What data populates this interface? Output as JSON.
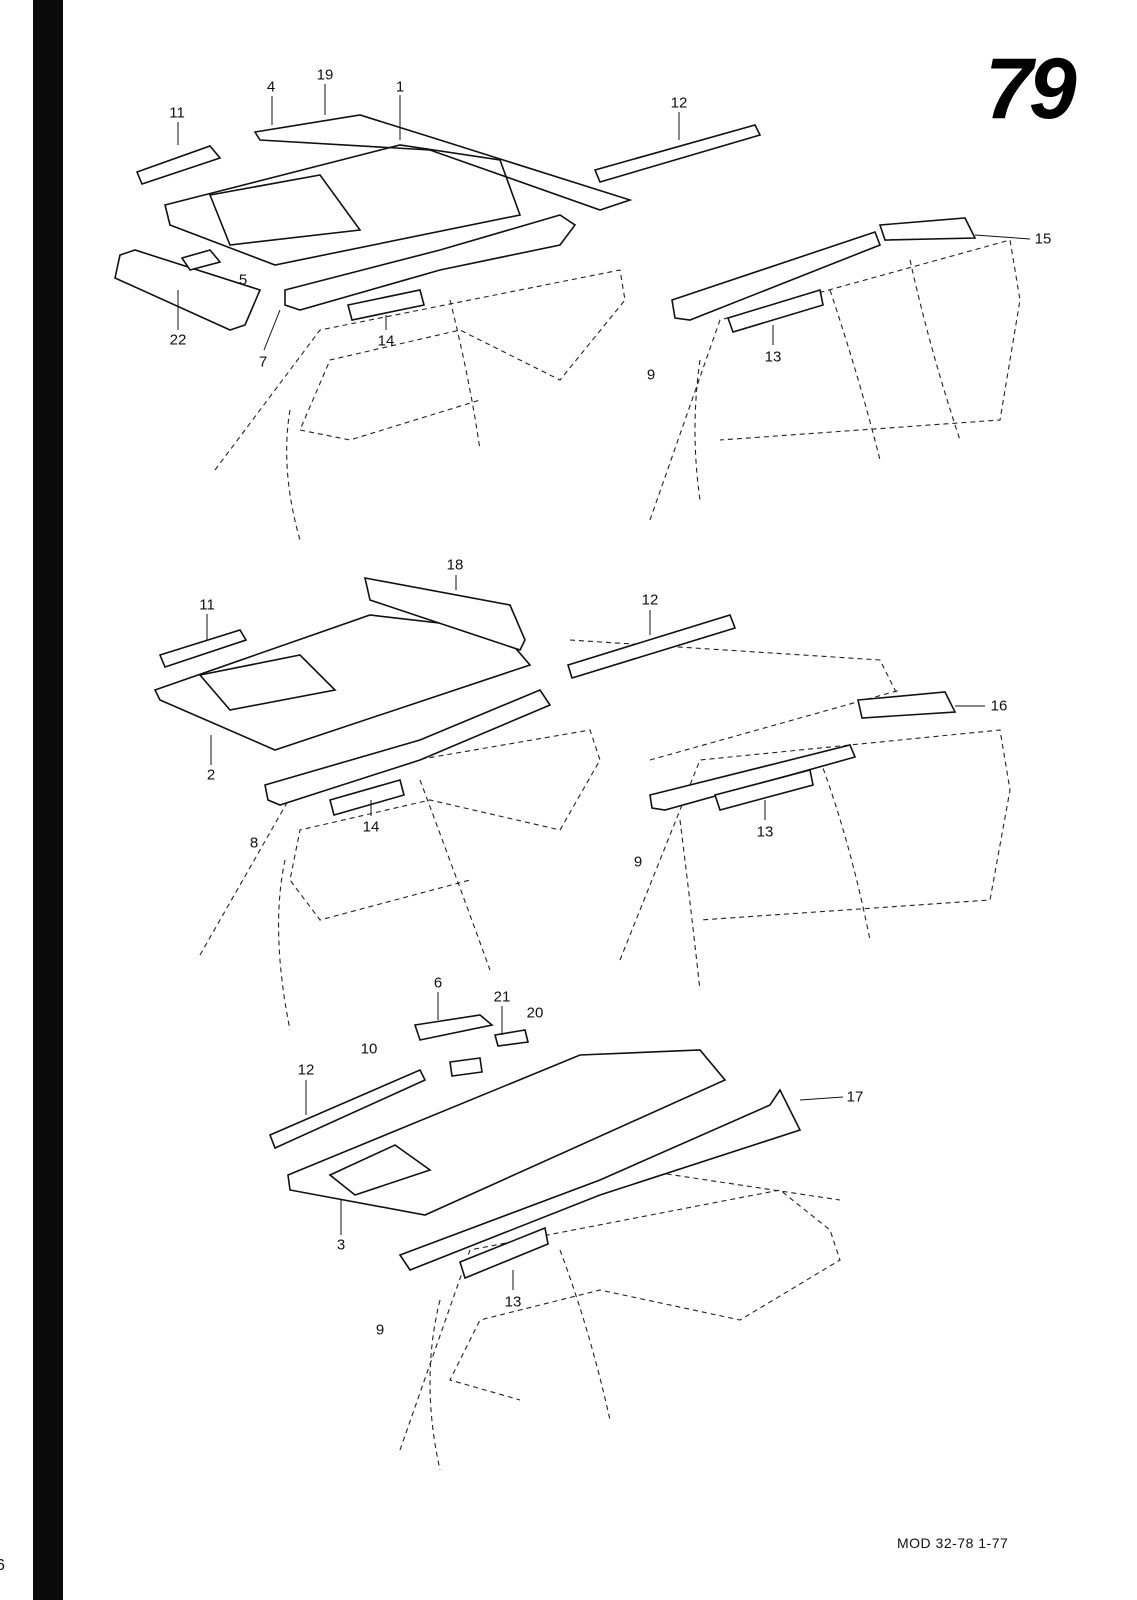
{
  "page_number": "79",
  "footer": "MOD 32-78  1-77",
  "edge_mark": "6",
  "sections": {
    "top": {
      "labels": [
        "11",
        "4",
        "19",
        "1",
        "22",
        "5",
        "7",
        "14",
        "12",
        "15",
        "9",
        "13"
      ]
    },
    "middle": {
      "labels": [
        "18",
        "11",
        "12",
        "2",
        "8",
        "14",
        "16",
        "9",
        "13"
      ]
    },
    "bottom": {
      "labels": [
        "6",
        "21",
        "20",
        "10",
        "12",
        "17",
        "3",
        "9",
        "13"
      ]
    }
  }
}
